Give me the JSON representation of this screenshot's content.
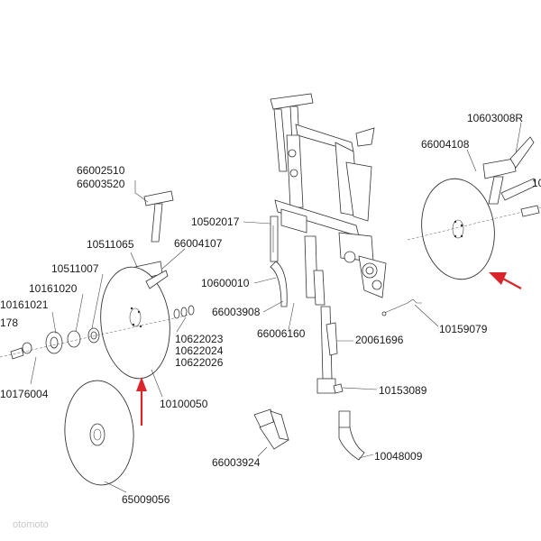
{
  "labels": {
    "l66002510": "66002510",
    "l66003520": "66003520",
    "l10511065": "10511065",
    "l66004107": "66004107",
    "l10502017": "10502017",
    "l10511007": "10511007",
    "l10161020": "10161020",
    "l10161021": "10161021",
    "l178": "178",
    "l10600010": "10600010",
    "l66003908": "66003908",
    "l10622023": "10622023",
    "l10622024": "10622024",
    "l10622026": "10622026",
    "l66006160": "66006160",
    "l20061696": "20061696",
    "l10176004": "10176004",
    "l10100050": "10100050",
    "l10153089": "10153089",
    "l65009056": "65009056",
    "l66003924": "66003924",
    "l10048009": "10048009",
    "l10603008R": "10603008R",
    "l66004108": "66004108",
    "l10159079": "10159079",
    "l10_partial": "10"
  },
  "watermark": "otomoto",
  "colors": {
    "line": "#333333",
    "arrow": "#d8262c",
    "background": "#ffffff"
  }
}
